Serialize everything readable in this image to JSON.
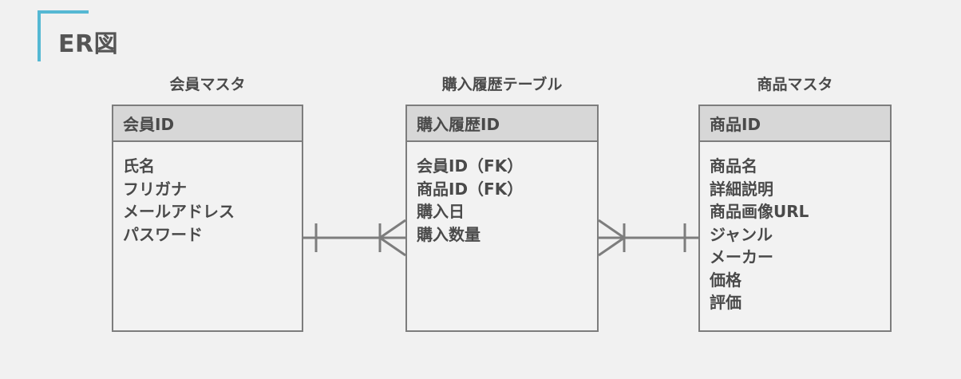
{
  "page": {
    "title": "ER図",
    "background_color": "#f1f1f1",
    "accent_color": "#55b8d3",
    "line_color": "#7d7d7d",
    "text_color": "#4a4a4a",
    "header_fill": "#d7d7d7",
    "body_fill": "#f2f2f2"
  },
  "diagram": {
    "type": "entity-relationship",
    "notation": "crows-foot",
    "entities": [
      {
        "caption": "会員マスタ",
        "primary_key": "会員ID",
        "fields": [
          "氏名",
          "フリガナ",
          "メールアドレス",
          "パスワード"
        ]
      },
      {
        "caption": "購入履歴テーブル",
        "primary_key": "購入履歴ID",
        "fields": [
          "会員ID（FK）",
          "商品ID（FK）",
          "購入日",
          "購入数量"
        ]
      },
      {
        "caption": "商品マスタ",
        "primary_key": "商品ID",
        "fields": [
          "商品名",
          "詳細説明",
          "商品画像URL",
          "ジャンル",
          "メーカー",
          "価格",
          "評価"
        ]
      }
    ],
    "relationships": [
      {
        "from": "会員マスタ",
        "to": "購入履歴テーブル",
        "from_cardinality": "one",
        "to_cardinality": "many",
        "label": "one-to-many"
      },
      {
        "from": "購入履歴テーブル",
        "to": "商品マスタ",
        "from_cardinality": "many",
        "to_cardinality": "one",
        "label": "many-to-one"
      }
    ]
  }
}
